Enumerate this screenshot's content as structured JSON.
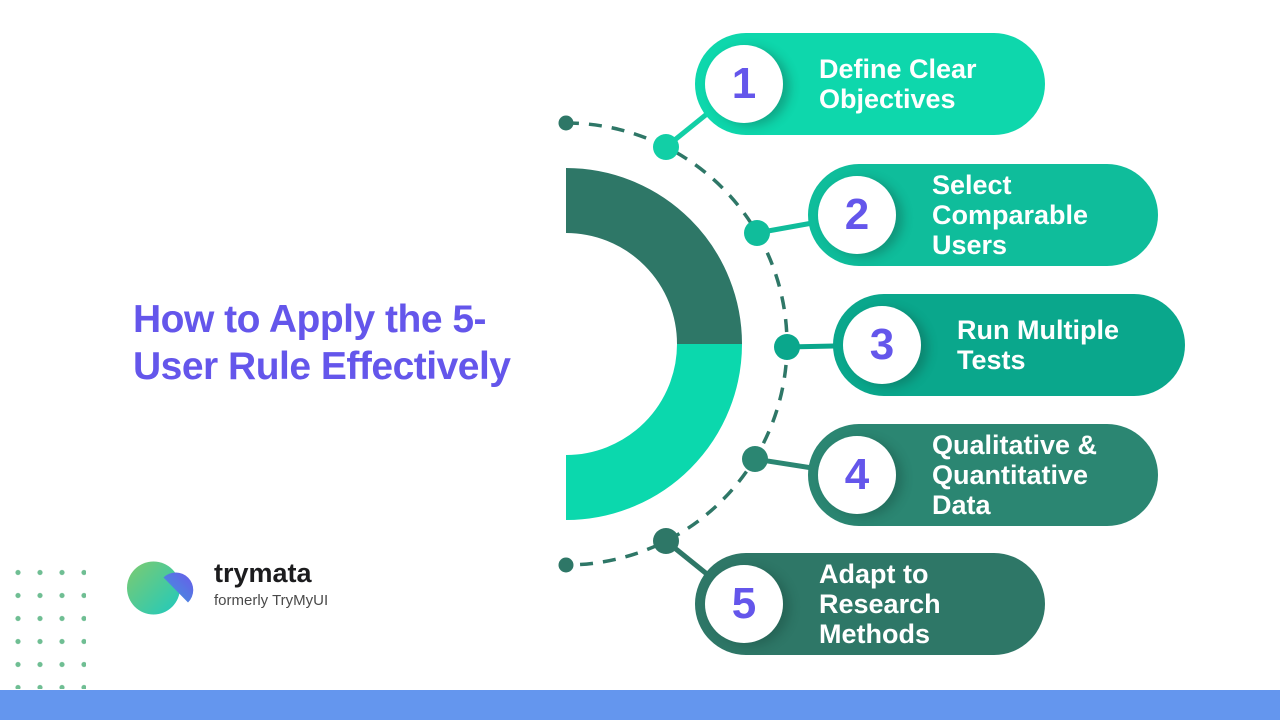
{
  "title": {
    "line1": "How to Apply the 5-",
    "line2": "User Rule Effectively"
  },
  "steps": [
    {
      "number": "1",
      "label": "Define Clear Objectives",
      "color": "#0ED7AC"
    },
    {
      "number": "2",
      "label": "Select Comparable Users",
      "color": "#0FBD9B"
    },
    {
      "number": "3",
      "label": "Run Multiple Tests",
      "color": "#0AA78C"
    },
    {
      "number": "4",
      "label": "Qualitative & Quantitative Data",
      "color": "#2B8672"
    },
    {
      "number": "5",
      "label": "Adapt to Research Methods",
      "color": "#2E7767"
    }
  ],
  "logo": {
    "name": "trymata",
    "tagline": "formerly TryMyUI"
  },
  "colors": {
    "accent_purple": "#6456EB",
    "ring_dark": "#2E7767",
    "ring_bright": "#0BD8AD",
    "bottom_bar_blue": "#6496EE",
    "dot_pattern_green": "#6FBE93"
  }
}
